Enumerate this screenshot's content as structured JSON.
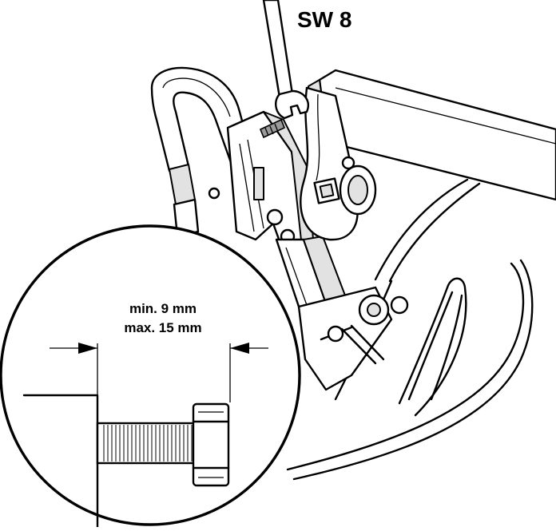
{
  "labels": {
    "wrench_size": "SW 8",
    "dimension_min": "min. 9 mm",
    "dimension_max": "max. 15 mm"
  },
  "colors": {
    "ink": "#000000",
    "paper": "#ffffff",
    "shade": "#e2e2e2",
    "mid_shade": "#9a9a9a"
  }
}
